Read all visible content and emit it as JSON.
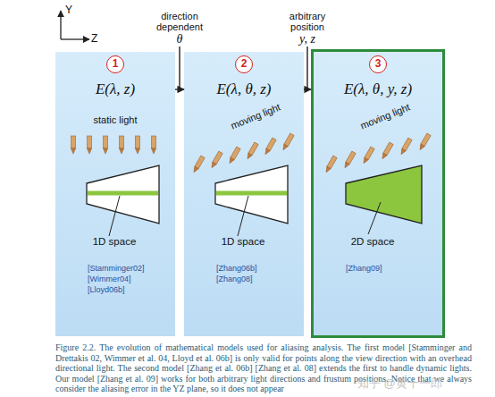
{
  "diagram": {
    "caption": "Figure 2.2. The evolution of mathematical models used for aliasing analysis. The first model [Stamminger and Drettakis 02, Wimmer et al. 04, Lloyd et al. 06b] is only valid for points along the view direction with an overhead directional light. The second model [Zhang et al. 06b] [Zhang et al. 08] extends the first to handle dynamic lights. Our model [Zhang et al. 09] works for both arbitrary light directions and frustum positions. Notice that we always consider the aliasing error in the YZ plane, so it does not appear",
    "nodes": [
      {
        "text": [
          "1",
          "E(λ, z)",
          "static light",
          "1D space",
          "[Stamminger02] [Wimmer04] [Lloyd06b]"
        ]
      },
      {
        "text": [
          "2",
          "E(λ, θ, z)",
          "moving light",
          "1D space",
          "[Zhang06b] [Zhang08]"
        ]
      },
      {
        "text": [
          "3",
          "E(λ, θ, y, z)",
          "moving light",
          "2D space",
          "[Zhang09]"
        ]
      }
    ],
    "edges": [
      {
        "from": 0,
        "to": 1,
        "arrow": "to"
      },
      {
        "from": 1,
        "to": 2,
        "arrow": "to"
      }
    ],
    "labels": [
      "Y",
      "Z",
      "direction dependent",
      "θ",
      "arbitrary position",
      "y, z",
      "知乎 @黄十一郎"
    ]
  }
}
